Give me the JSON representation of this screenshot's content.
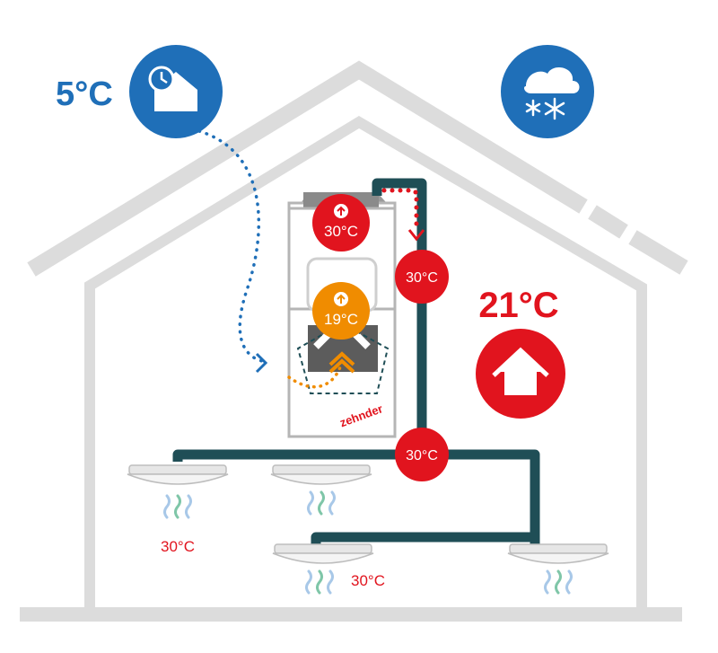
{
  "outdoor": {
    "temperature": "5°C",
    "icon": "house-clock-icon",
    "color": "#1f6fb8"
  },
  "weather": {
    "icon": "cloud-snow-icon",
    "color": "#1f6fb8"
  },
  "indoor": {
    "temperature": "21°C",
    "icon": "house-icon",
    "color": "#e1141e"
  },
  "unit": {
    "brand": "zehnder",
    "exhaust_temp": "30°C",
    "supply_temp": "19°C"
  },
  "pipes": {
    "riser_temp": "30°C",
    "manifold_temp": "30°C",
    "color": "#1f4e56"
  },
  "outlets": [
    {
      "temp": "30°C"
    },
    {
      "temp": ""
    },
    {
      "temp": "30°C"
    },
    {
      "temp": ""
    }
  ],
  "colors": {
    "house_outline": "#dcdcdc",
    "hot": "#e1141e",
    "mixed": "#f08c00",
    "cold": "#1f6fb8",
    "pipe": "#1f4e56"
  }
}
